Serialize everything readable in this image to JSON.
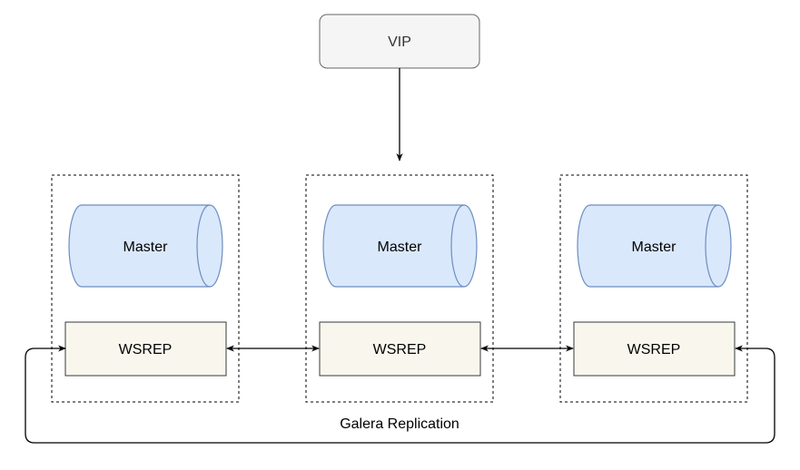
{
  "vip": {
    "label": "VIP"
  },
  "nodes": [
    {
      "master_label": "Master",
      "wsrep_label": "WSREP"
    },
    {
      "master_label": "Master",
      "wsrep_label": "WSREP"
    },
    {
      "master_label": "Master",
      "wsrep_label": "WSREP"
    }
  ],
  "replication": {
    "label": "Galera Replication"
  },
  "colors": {
    "vip_fill": "#f5f5f5",
    "vip_stroke": "#666666",
    "master_fill": "#dae8fc",
    "master_stroke": "#6c8ebf",
    "wsrep_fill": "#f9f7ed",
    "wsrep_stroke": "#36393d",
    "line": "#000000"
  }
}
